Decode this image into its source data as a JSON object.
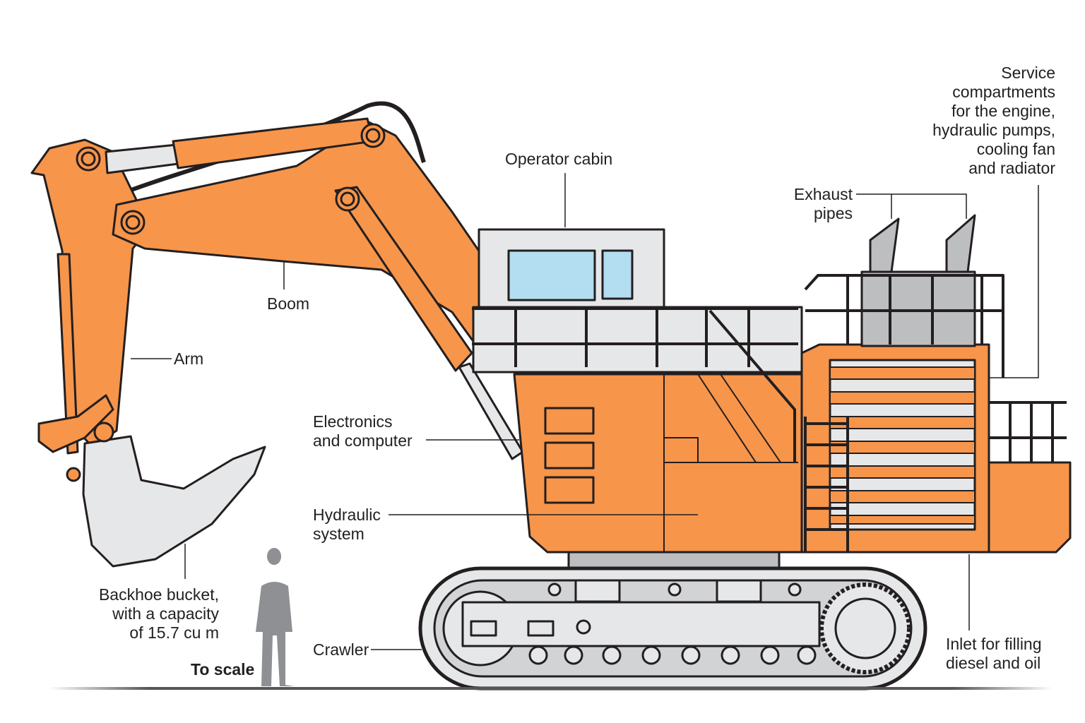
{
  "labels": {
    "service": "Service\ncompartments\nfor the engine,\nhydraulic pumps,\ncooling fan\nand radiator",
    "cabin": "Operator cabin",
    "exhaust": "Exhaust\npipes",
    "boom": "Boom",
    "arm": "Arm",
    "electronics": "Electronics\nand computer",
    "hydraulic": "Hydraulic\nsystem",
    "bucket": "Backhoe bucket,\nwith a capacity\nof 15.7 cu m",
    "scale": "To scale",
    "crawler": "Crawler",
    "inlet": "Inlet for filling\ndiesel and oil"
  },
  "colors": {
    "body": "#f7954a",
    "body_shade": "#e9833a",
    "panel": "#e6e7e8",
    "glass": "#b3ddf0",
    "outline": "#231f20",
    "person": "#8e9093"
  }
}
